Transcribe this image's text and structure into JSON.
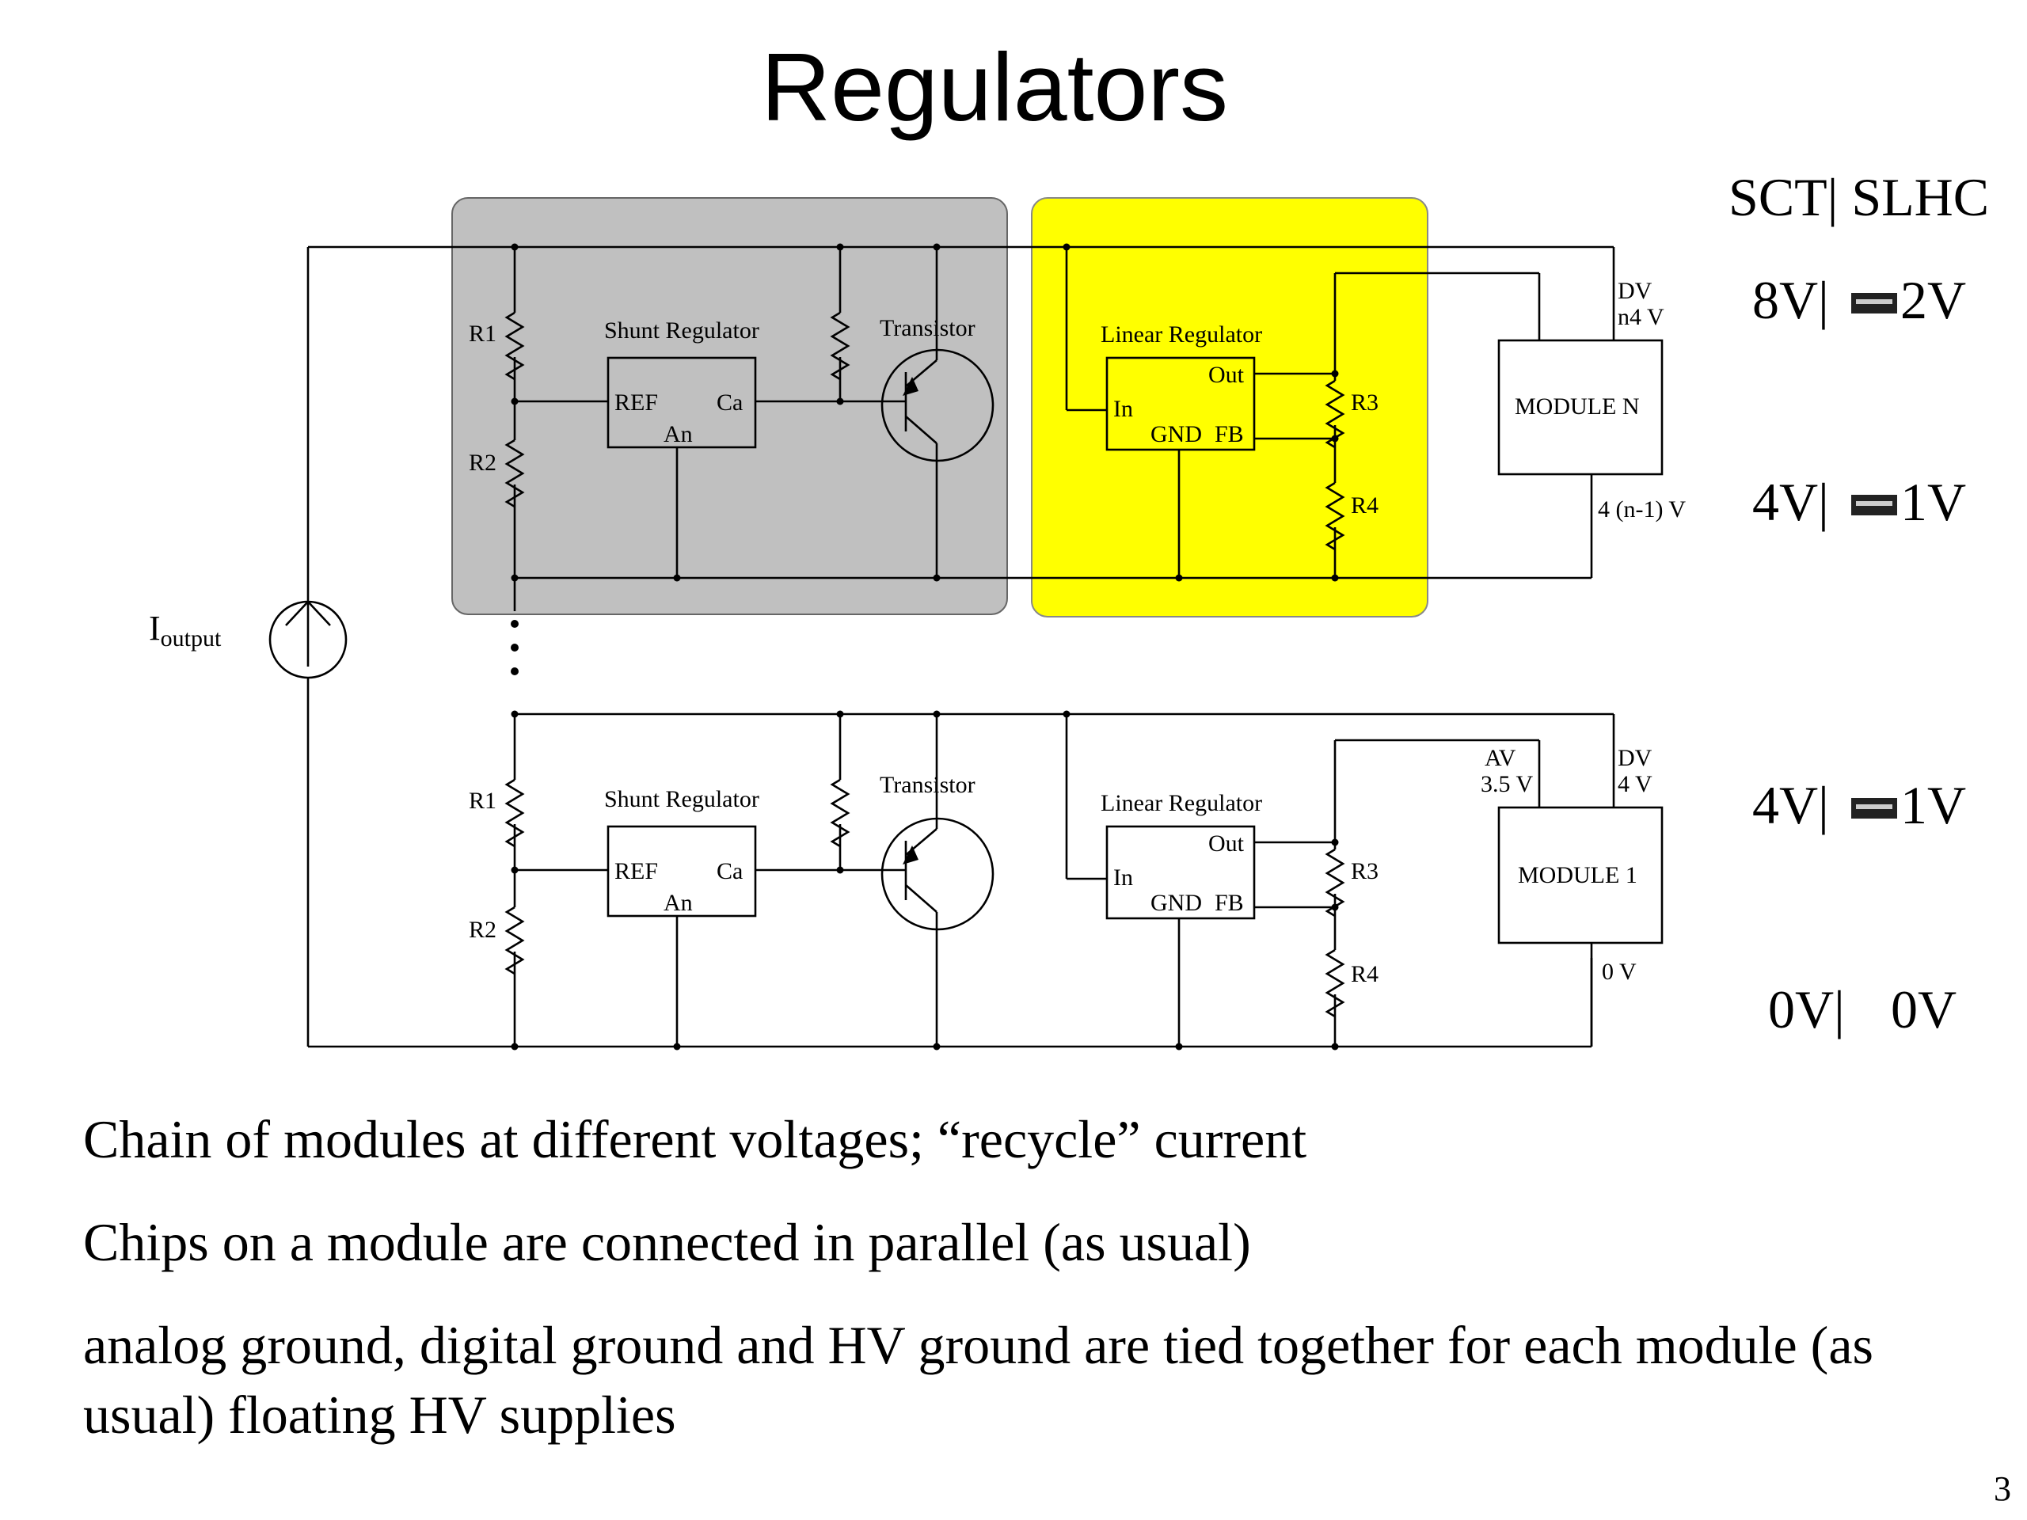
{
  "title": "Regulators",
  "diagram": {
    "current_source_label": "I",
    "current_source_subscript": "output",
    "top_row": {
      "resistor_1": "R1",
      "resistor_2": "R2",
      "shunt_regulator": "Shunt Regulator",
      "shunt_pin_ref": "REF",
      "shunt_pin_ca": "Ca",
      "shunt_pin_an": "An",
      "transistor": "Transistor",
      "linear_regulator": "Linear Regulator",
      "linreg_pin_in": "In",
      "linreg_pin_out": "Out",
      "linreg_pin_gnd": "GND",
      "linreg_pin_fb": "FB",
      "resistor_3": "R3",
      "resistor_4": "R4",
      "module": "MODULE N",
      "dv_label": "DV",
      "dv_voltage": "n4 V",
      "low_voltage": "4 (n-1) V"
    },
    "bottom_row": {
      "resistor_1": "R1",
      "resistor_2": "R2",
      "shunt_regulator": "Shunt Regulator",
      "shunt_pin_ref": "REF",
      "shunt_pin_ca": "Ca",
      "shunt_pin_an": "An",
      "transistor": "Transistor",
      "linear_regulator": "Linear Regulator",
      "linreg_pin_in": "In",
      "linreg_pin_out": "Out",
      "linreg_pin_gnd": "GND",
      "linreg_pin_fb": "FB",
      "resistor_3": "R3",
      "resistor_4": "R4",
      "module": "MODULE 1",
      "av_label": "AV",
      "av_voltage": "3.5 V",
      "dv_label": "DV",
      "dv_voltage": "4 V",
      "low_voltage": "0 V"
    },
    "colors": {
      "shunt_block": "#c0c0c0",
      "linear_block": "#ffff00",
      "wire": "#000000"
    }
  },
  "voltage_table": {
    "header": "SCT| SLHC",
    "rows": [
      {
        "sct": "8V|",
        "slhc": "2V"
      },
      {
        "sct": "4V|",
        "slhc": "1V"
      },
      {
        "sct": "4V|",
        "slhc": "1V"
      },
      {
        "sct": "0V|",
        "slhc": "0V"
      }
    ],
    "arrow_icon": "right-arrow-icon"
  },
  "bullets": [
    "Chain of modules at different voltages; “recycle” current",
    "Chips on a module are connected in parallel (as usual)",
    "analog ground, digital ground and HV ground are tied together for each module (as",
    "usual)  floating HV supplies"
  ],
  "page_number": "3"
}
